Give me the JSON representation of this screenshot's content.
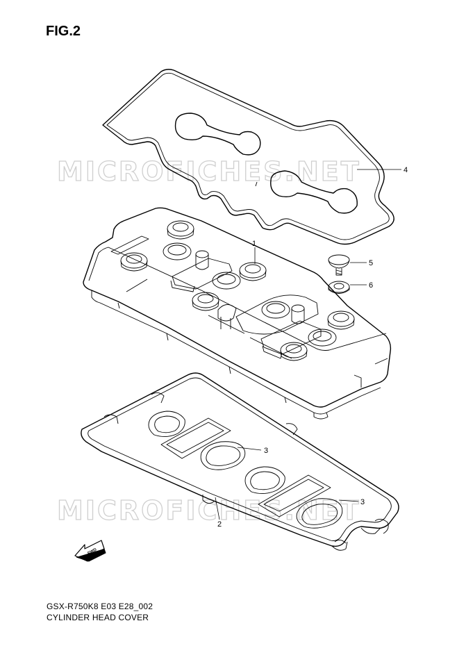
{
  "figure": {
    "title": "FIG.2"
  },
  "watermark": {
    "text": "MICROFICHES.NET"
  },
  "callouts": [
    {
      "number": "1",
      "part": "cylinder-head-cover"
    },
    {
      "number": "2",
      "part": "cover-gasket"
    },
    {
      "number": "3",
      "part": "plug-hole-gasket"
    },
    {
      "number": "3",
      "part": "plug-hole-gasket"
    },
    {
      "number": "4",
      "part": "cover-plate-gasket"
    },
    {
      "number": "5",
      "part": "bolt"
    },
    {
      "number": "6",
      "part": "washer"
    }
  ],
  "direction_label": "FWD",
  "footer": {
    "code": "GSX-R750K8 E03 E28_002",
    "name": "CYLINDER HEAD COVER"
  },
  "colors": {
    "line": "#000000",
    "watermark": "#cfcfcf",
    "background": "#ffffff"
  }
}
